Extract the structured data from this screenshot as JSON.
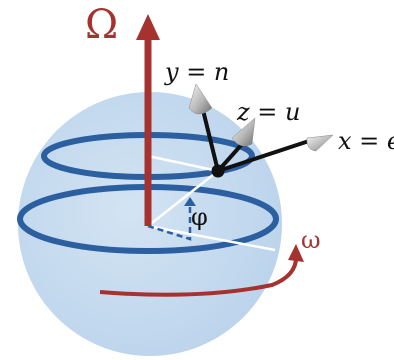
{
  "diagram": {
    "labels": {
      "rotation_axis": "Ω",
      "angular_velocity": "ω",
      "latitude_angle": "φ",
      "y_axis": "y = n",
      "z_axis": "z = u",
      "x_axis": "x = e"
    },
    "colors": {
      "sphere_fill": "#c7dcef",
      "sphere_edge": "#b4cde6",
      "ring_blue": "#2b5fa0",
      "axis_red": "#a5322e",
      "frame_black": "#111111",
      "guide_white": "#ffffff",
      "guide_dashed": "#2b5fa0",
      "cone_gray": "#9e9e9e"
    }
  }
}
